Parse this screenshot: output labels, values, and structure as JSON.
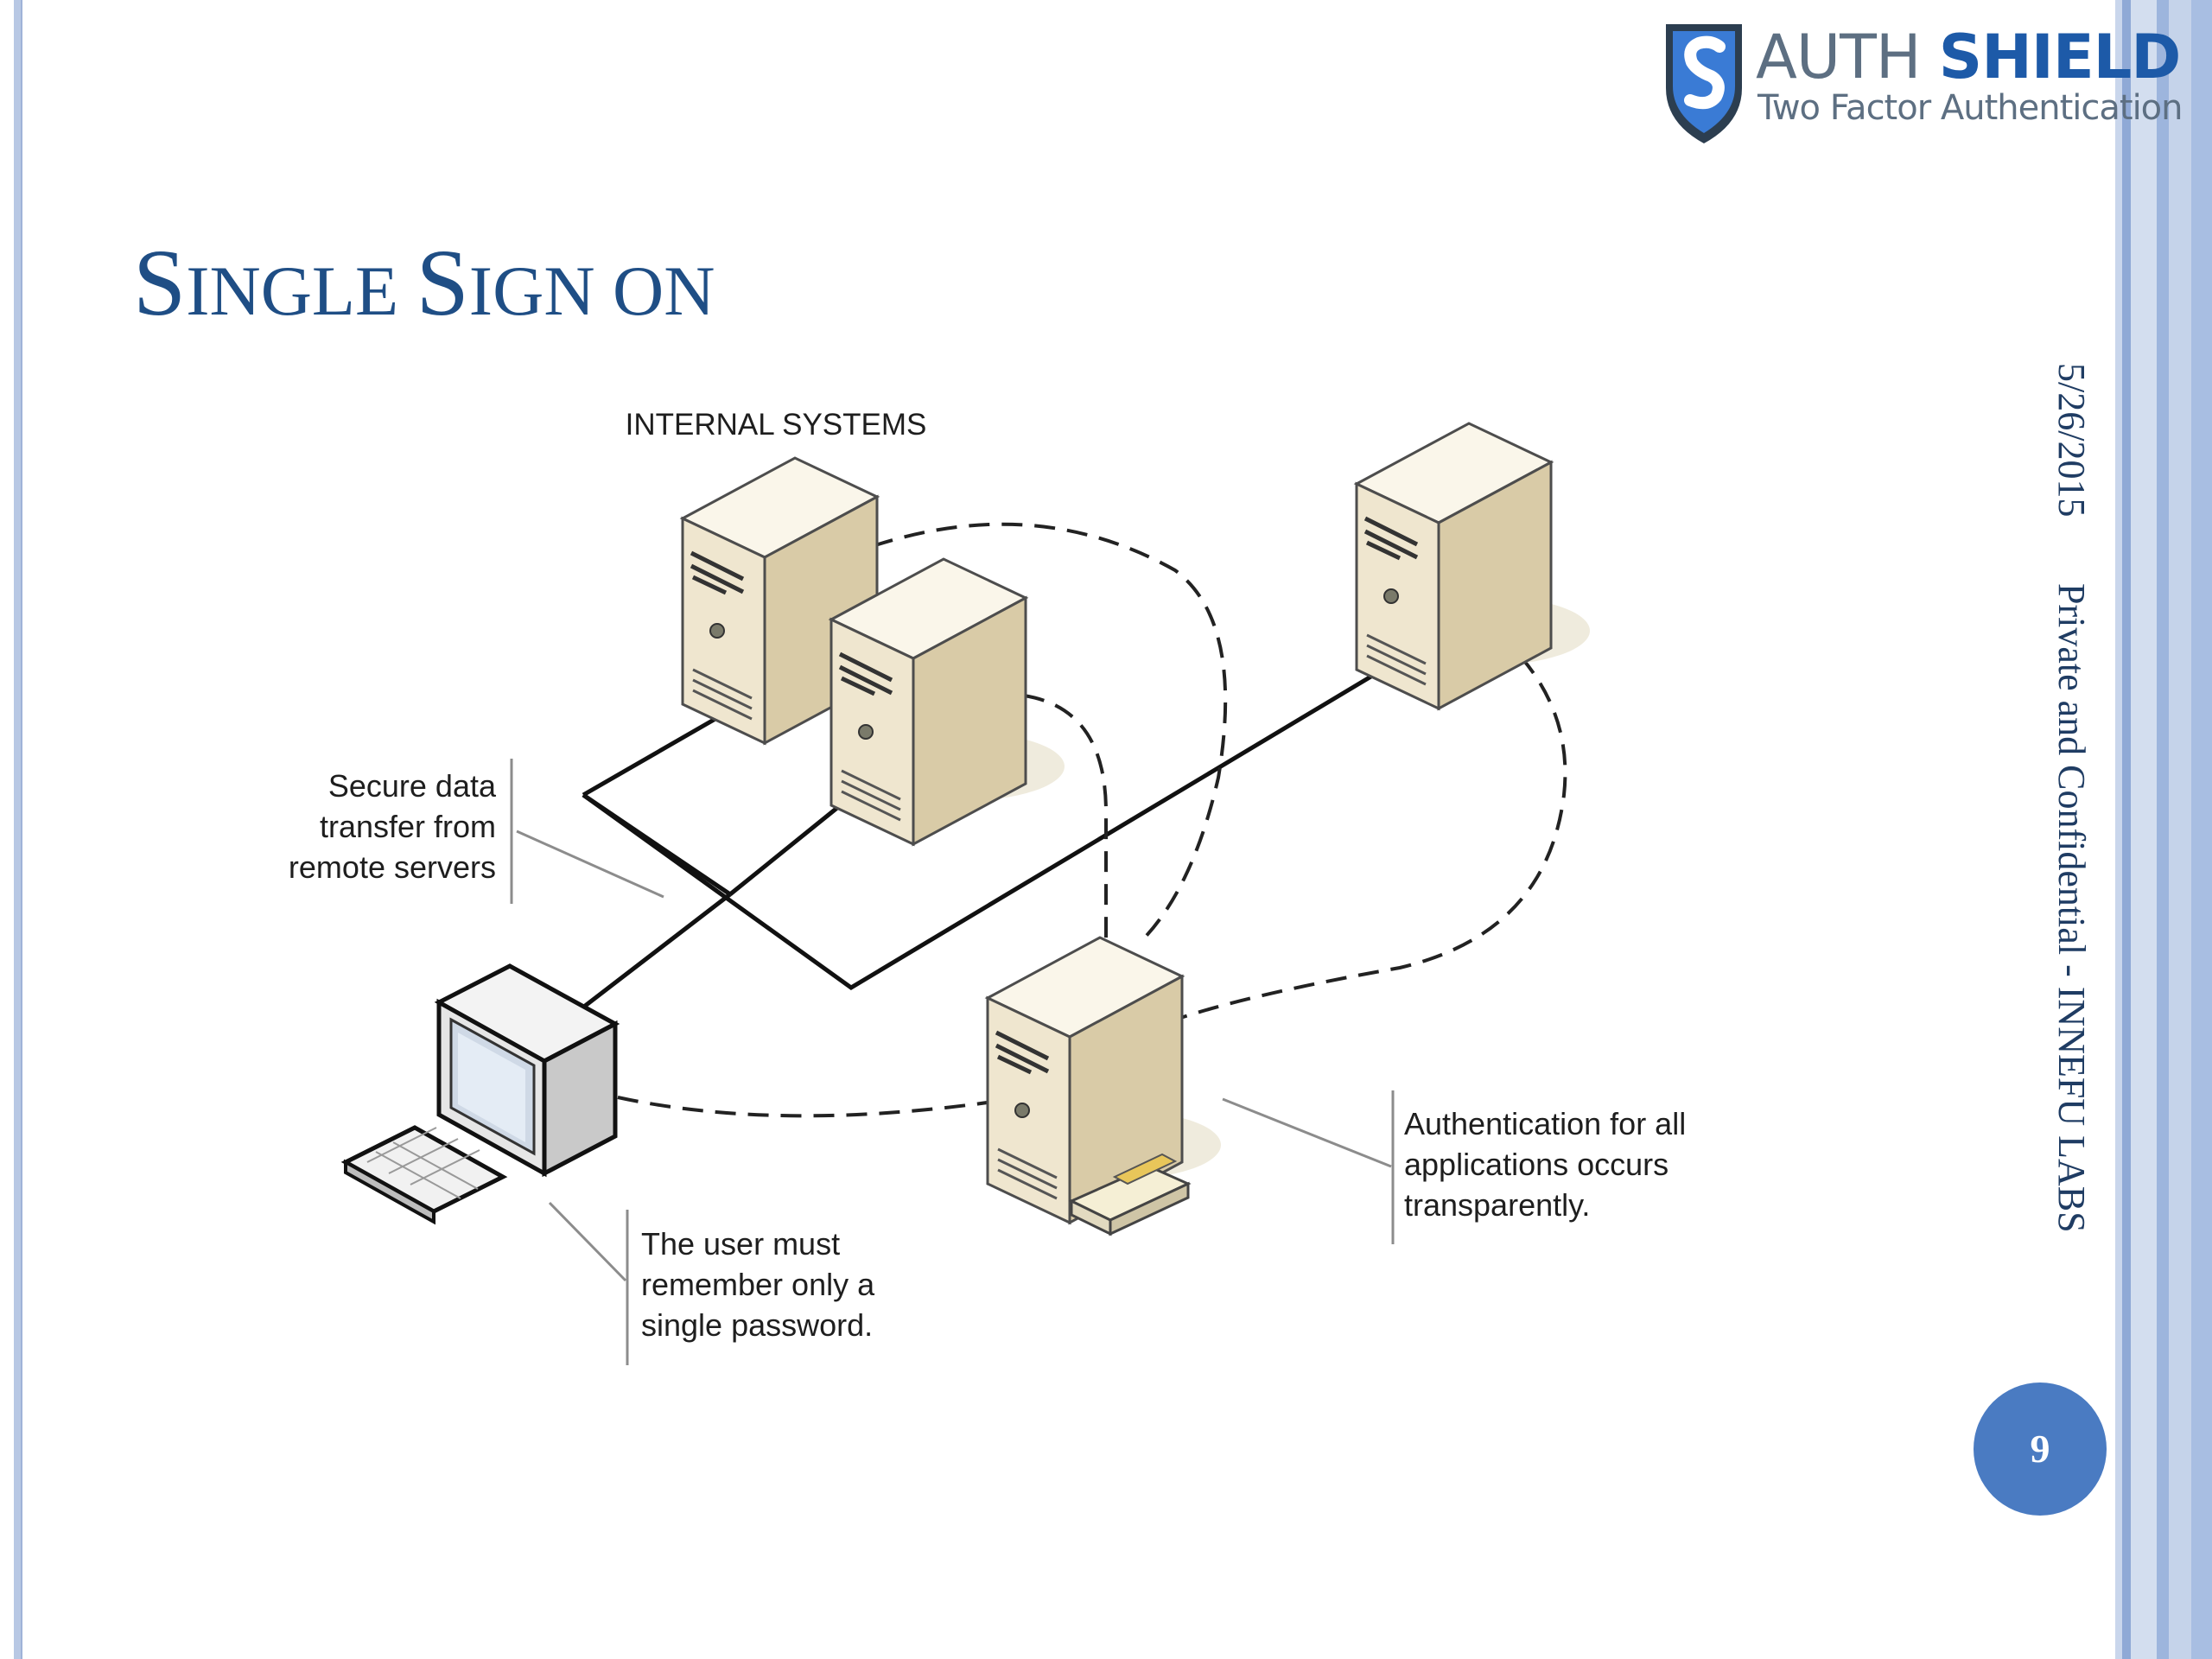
{
  "slide": {
    "title_prefix_S": "S",
    "title_rest1": "INGLE ",
    "title_S2": "S",
    "title_rest2": "IGN ON",
    "date": "5/26/2015",
    "footer": "Private and Confidential - INNEFU LABS",
    "page_number": "9"
  },
  "logo": {
    "word1": "AUTH",
    "word2": "SHIELD",
    "tagline": "Two Factor Authentication"
  },
  "diagram": {
    "internal_systems_label": "INTERNAL SYSTEMS",
    "secure_line1": "Secure data",
    "secure_line2": "transfer from",
    "secure_line3": "remote servers",
    "auth_line1": "Authentication for all",
    "auth_line2": "applications occurs",
    "auth_line3": "transparently.",
    "user_line1": "The user must",
    "user_line2": "remember only a",
    "user_line3": "single password."
  },
  "colors": {
    "title": "#1f4e85",
    "page_badge": "#4a7bc2",
    "server_light": "#efe6cf",
    "server_dark": "#d9cba7",
    "logo_shield": "#1d5aa8"
  }
}
